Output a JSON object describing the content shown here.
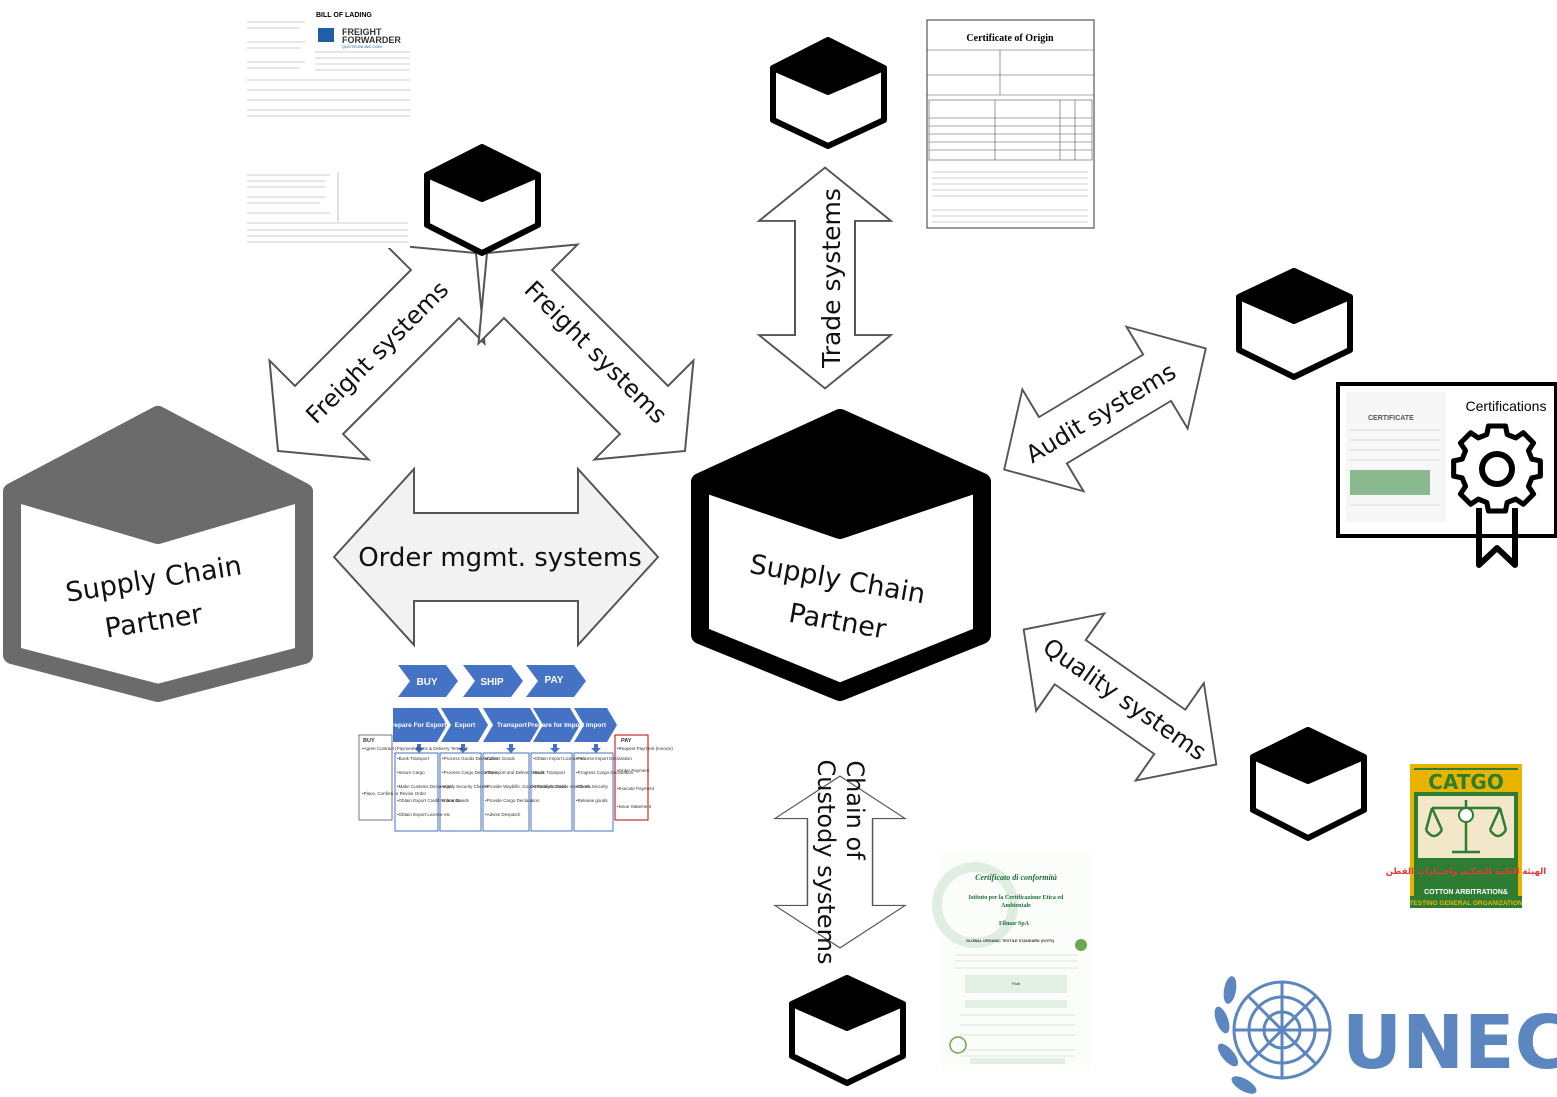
{
  "partners": {
    "left_label_line1": "Supply Chain",
    "left_label_line2": "Partner",
    "center_label_line1": "Supply Chain",
    "center_label_line2": "Partner"
  },
  "arrows": {
    "order": "Order mgmt. systems",
    "freight_left": "Freight systems",
    "freight_right": "Freight systems",
    "trade": "Trade systems",
    "audit": "Audit systems",
    "quality": "Quality systems",
    "custody_line1": "Chain of",
    "custody_line2": "Custody systems"
  },
  "documents": {
    "bill_of_lading_title": "BILL OF LADING",
    "freight_forwarder_line1": "FREIGHT",
    "freight_forwarder_line2": "FORWARDER",
    "freight_forwarder_url": "QUOTEONLINE.COM",
    "certificate_of_origin_title": "Certificate of Origin",
    "certificate_panel_title": "CERTIFICATE",
    "certifications_label": "Certifications",
    "conformity_title": "Certificato di conformità",
    "conformity_org_line1": "Istituto per la Certificazione Etica ed",
    "conformity_org_line2": "Ambientale",
    "conformity_company": "Filmar SpA",
    "conformity_standard": "GLOBAL ORGANIC TEXTILE STANDARD (GOTS)",
    "conformity_category": "Filati",
    "catgo_name": "CATGO",
    "catgo_arabic": "الهيئة العامة للتحكيم واختبارات القطن",
    "catgo_english_line1": "COTTON ARBITRATION&",
    "catgo_english_line2": "TESTING GENERAL ORGANIZATION",
    "unece_text": "UNEC"
  },
  "process": {
    "top_steps": [
      "BUY",
      "SHIP",
      "PAY"
    ],
    "sub_steps": [
      "Prepare For Export",
      "Export",
      "Transport",
      "Prepare for Import",
      "Import"
    ],
    "buy_col": {
      "title": "BUY",
      "items": [
        "•Agree Contract (Payment Terms & Delivery Terms..)",
        "•Place, Confirm or Revise Order"
      ]
    },
    "cols": [
      [
        "•Book Transport",
        "•Insure Cargo",
        "•Make Customs Declaration",
        "•Obtain Export Credit Guarantee",
        "•Obtain Export Licence etc"
      ],
      [
        "•Process Goods Declaration",
        "•Process Cargo Declaration",
        "•Apply Security Checks",
        "•Clear Goods"
      ],
      [
        "•Collect Goods",
        "•Transport and Deliver Goods",
        "•Provide Waybills, Goods Receipts Status reports etc.",
        "•Provide Cargo Declaration",
        "•Advise Despatch"
      ],
      [
        "•Obtain Import Licence etc",
        "•Book Transport",
        "•Establish Credit"
      ],
      [
        "•Process Import Declaration",
        "•Progress Cargo Declaration",
        "•Check Security",
        "•Release goods"
      ]
    ],
    "pay_col": {
      "title": "PAY",
      "items": [
        "•Request Payment (Invoice)",
        "•Order Payment",
        "•Execute Payment",
        "•Issue Statement"
      ]
    }
  },
  "colors": {
    "left_partner": "#6b6b6b",
    "center_partner": "#000000",
    "arrow_fill": "#f2f2f2",
    "arrow_stroke": "#555555",
    "process_blue": "#4472c4",
    "catgo_green": "#2e7d32",
    "catgo_gold": "#e8b400",
    "unece_blue": "#5b86c0"
  }
}
